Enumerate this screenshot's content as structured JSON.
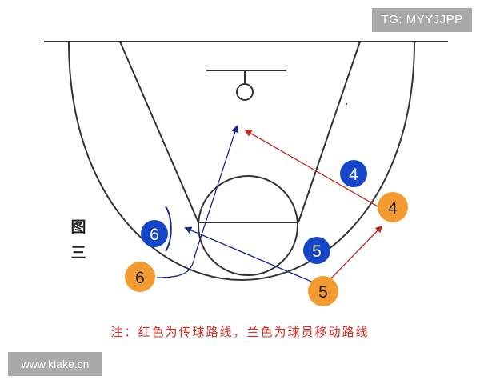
{
  "figure_label": "图三",
  "note": "注：红色为传球路线，兰色为球员移动路线",
  "watermarks": {
    "top": "TG: MYYJJPP",
    "bottom": "www.klake.cn"
  },
  "colors": {
    "court_lines": "#333333",
    "offense": "#f39a30",
    "defense": "#1646c8",
    "pass_line": "#c8281e",
    "move_line": "#1a2a8c",
    "note_text": "#e0281e"
  },
  "offense_players": [
    {
      "id": "o6",
      "label": "6"
    },
    {
      "id": "o5",
      "label": "5"
    },
    {
      "id": "o4",
      "label": "4"
    }
  ],
  "defense_players": [
    {
      "id": "d6",
      "label": "6"
    },
    {
      "id": "d5",
      "label": "5"
    },
    {
      "id": "d4",
      "label": "4"
    }
  ]
}
